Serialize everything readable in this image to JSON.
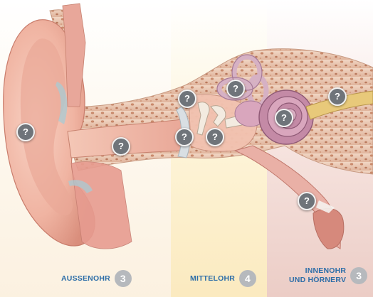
{
  "hotspots": [
    {
      "id": "hotspot-pinna",
      "label": "?"
    },
    {
      "id": "hotspot-ear-canal",
      "label": "?"
    },
    {
      "id": "hotspot-ossicles-top",
      "label": "?"
    },
    {
      "id": "hotspot-eardrum",
      "label": "?"
    },
    {
      "id": "hotspot-tympanic-cavity",
      "label": "?"
    },
    {
      "id": "hotspot-semicircular-canals",
      "label": "?"
    },
    {
      "id": "hotspot-cochlea",
      "label": "?"
    },
    {
      "id": "hotspot-auditory-nerve",
      "label": "?"
    },
    {
      "id": "hotspot-eustachian-tube",
      "label": "?"
    }
  ],
  "zones": {
    "outer": {
      "title": "AUSSENOHR",
      "count": "3",
      "tint": "#fbeedb"
    },
    "middle": {
      "title": "MITTELOHR",
      "count": "4",
      "tint": "#fbe8bf"
    },
    "inner": {
      "title_line1": "INNENOHR",
      "title_line2": "UND HÖRNERV",
      "count": "3",
      "tint": "#ecc8c0"
    }
  },
  "colors": {
    "label_blue": "#2d6ea8",
    "badge_gray": "#b6b9bd",
    "hotspot_gray": "#6f747a",
    "skin": "#f0b7a6",
    "bone": "#e6bfa8"
  }
}
